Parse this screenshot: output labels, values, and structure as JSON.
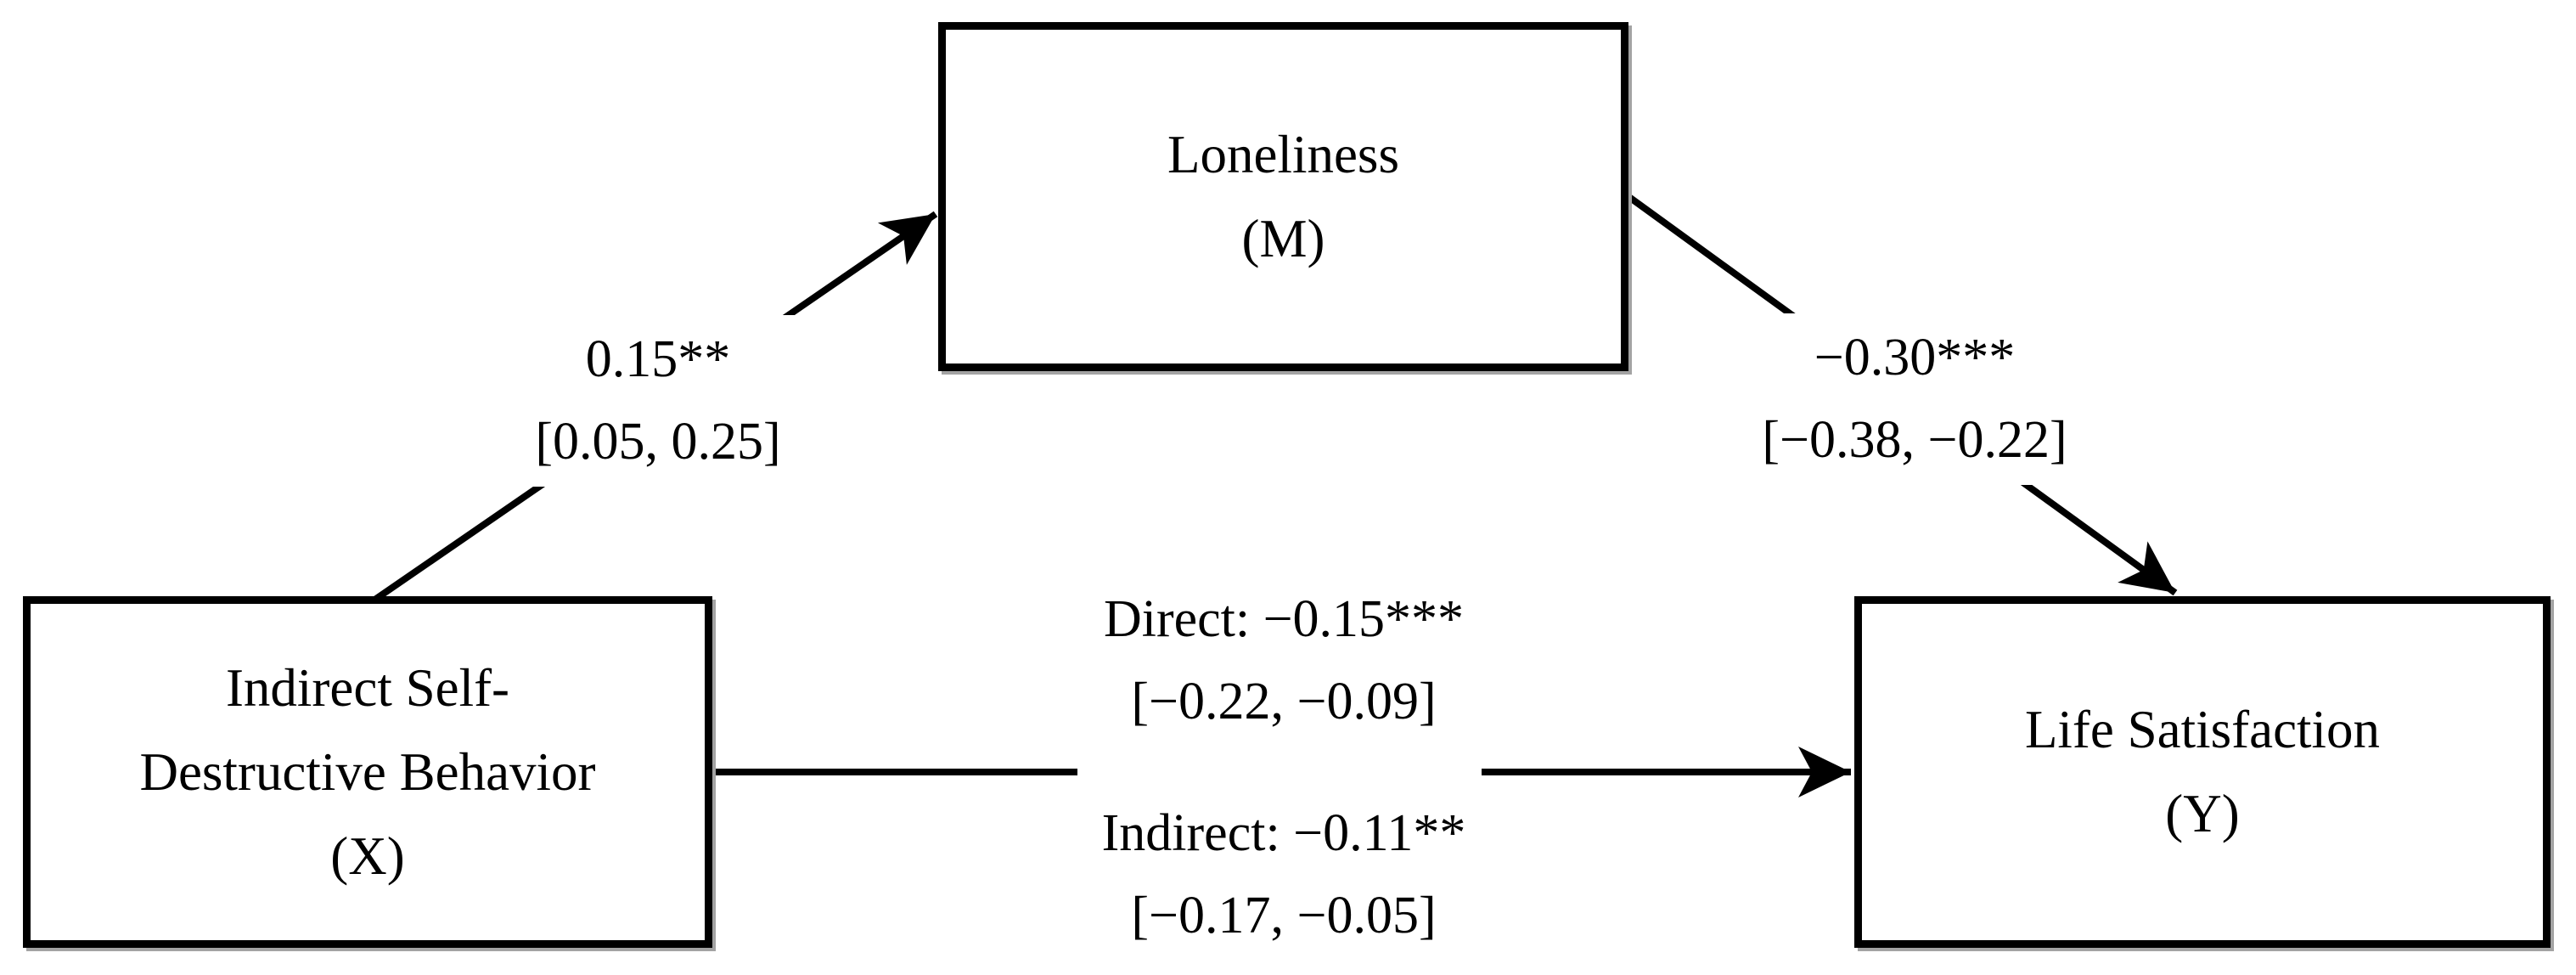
{
  "figure": {
    "type": "mediation-path-diagram",
    "background_color": "#ffffff",
    "ink_color": "#000000",
    "nodes": {
      "predictor": {
        "variable": "X",
        "lines": [
          "Indirect Self-",
          "Destructive Behavior",
          "(X)"
        ]
      },
      "mediator": {
        "variable": "M",
        "lines": [
          "Loneliness",
          "(M)"
        ]
      },
      "outcome": {
        "variable": "Y",
        "lines": [
          "Life Satisfaction",
          "(Y)"
        ]
      }
    },
    "paths": {
      "a_path": {
        "from": "X",
        "to": "M",
        "estimate": "0.15**",
        "ci": "[0.05, 0.25]"
      },
      "b_path": {
        "from": "M",
        "to": "Y",
        "estimate": "−0.30***",
        "ci": "[−0.38, −0.22]"
      },
      "direct_effect": {
        "from": "X",
        "to": "Y",
        "estimate": "Direct: −0.15***",
        "ci": "[−0.22, −0.09]"
      },
      "indirect_effect": {
        "from": "X",
        "to": "Y",
        "estimate": "Indirect: −0.11**",
        "ci": "[−0.17, −0.05]"
      }
    }
  }
}
